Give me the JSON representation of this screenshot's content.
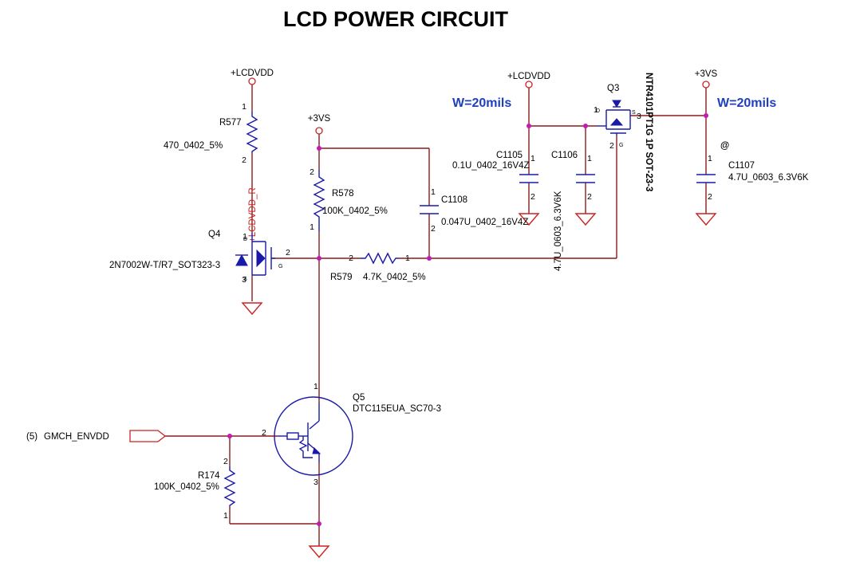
{
  "title": "LCD POWER CIRCUIT",
  "rails": {
    "lcdvdd_left": "+LCDVDD",
    "lcdvdd_right": "+LCDVDD",
    "v3vs_mid": "+3VS",
    "v3vs_right": "+3VS"
  },
  "notes": {
    "width_left": "W=20mils",
    "width_right": "W=20mils",
    "at_mark": "@"
  },
  "net_label": "+LCDVDD_R",
  "input_port": {
    "ref": "(5)",
    "name": "GMCH_ENVDD"
  },
  "components": {
    "r577": {
      "ref": "R577",
      "value": "470_0402_5%",
      "pin1": "1",
      "pin2": "2"
    },
    "r578": {
      "ref": "R578",
      "value": "100K_0402_5%",
      "pin1": "1",
      "pin2": "2"
    },
    "r579": {
      "ref": "R579",
      "value": "4.7K_0402_5%",
      "pin1": "1",
      "pin2": "2"
    },
    "r174": {
      "ref": "R174",
      "value": "100K_0402_5%",
      "pin1": "1",
      "pin2": "2"
    },
    "c1108": {
      "ref": "C1108",
      "value": "0.047U_0402_16V4Z",
      "pin1": "1",
      "pin2": "2"
    },
    "c1105": {
      "ref": "C1105",
      "value": "0.1U_0402_16V4Z",
      "pin1": "1",
      "pin2": "2"
    },
    "c1106": {
      "ref": "C1106",
      "value": "4.7U_0603_6.3V6K",
      "pin1": "1",
      "pin2": "2"
    },
    "c1107": {
      "ref": "C1107",
      "value": "4.7U_0603_6.3V6K",
      "pin1": "1",
      "pin2": "2"
    },
    "q4": {
      "ref": "Q4",
      "value": "2N7002W-T/R7_SOT323-3",
      "pin_d": "1",
      "pin_g": "2",
      "pin_s": "3",
      "d": "D",
      "g": "G",
      "s": "S"
    },
    "q3": {
      "ref": "Q3",
      "value": "NTR4101PT1G 1P SOT-23-3",
      "pin_d": "1",
      "pin_g": "2",
      "pin_s": "3",
      "d": "D",
      "g": "G",
      "s": "S"
    },
    "q5": {
      "ref": "Q5",
      "value": "DTC115EUA_SC70-3",
      "pin1": "1",
      "pin2": "2",
      "pin3": "3"
    }
  }
}
